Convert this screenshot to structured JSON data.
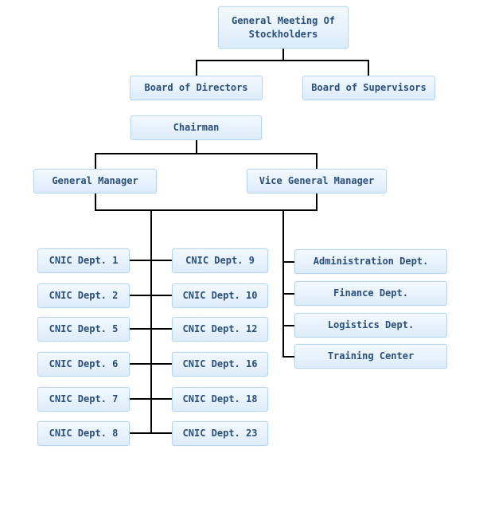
{
  "org_chart": {
    "top": "General Meeting Of\nStockholders",
    "board_of_directors": "Board of Directors",
    "board_of_supervisors": "Board of Supervisors",
    "chairman": "Chairman",
    "general_manager": "General Manager",
    "vice_general_manager": "Vice General Manager",
    "cnic_left": [
      "CNIC Dept. 1",
      "CNIC Dept. 2",
      "CNIC Dept. 5",
      "CNIC Dept. 6",
      "CNIC Dept. 7",
      "CNIC Dept. 8"
    ],
    "cnic_right": [
      "CNIC Dept. 9",
      "CNIC Dept. 10",
      "CNIC Dept. 12",
      "CNIC Dept. 16",
      "CNIC Dept. 18",
      "CNIC Dept. 23"
    ],
    "admin_depts": [
      "Administration Dept.",
      "Finance Dept.",
      "Logistics Dept.",
      "Training Center"
    ]
  }
}
